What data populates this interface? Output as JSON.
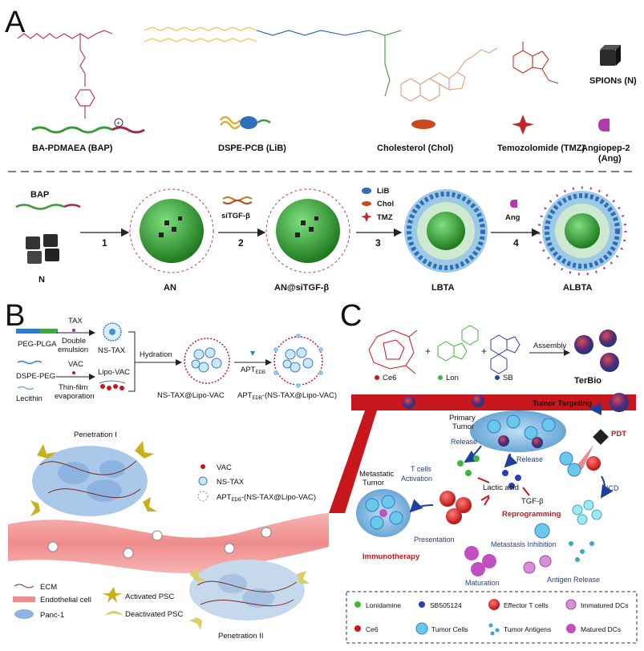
{
  "panelA": {
    "letter": "A",
    "components": {
      "bap": "BA-PDMAEA (BAP)",
      "lib": "DSPE-PCB (LiB)",
      "chol": "Cholesterol (Chol)",
      "tmz": "Temozolomide (TMZ)",
      "ang_line1": "Angiopep-2",
      "ang_line2": "(Ang)",
      "spions": "SPIONs (N)"
    },
    "flow": {
      "bap_label": "BAP",
      "n_label": "N",
      "an_label": "AN",
      "an_sitgf_label": "AN@siTGF-β",
      "lbta_label": "LBTA",
      "albta_label": "ALBTA",
      "step1": "1",
      "step2": "2",
      "step3": "3",
      "step4": "4",
      "sitgf": "siTGF-β",
      "step3_lib": "LiB",
      "step3_chol": "Chol",
      "step3_tmz": "TMZ",
      "step4_ang": "Ang"
    },
    "colors": {
      "bap_strand": "#c13b4a",
      "core": "#3aa43a",
      "shell_blue": "#2f6fb8",
      "ang": "#b23aa8"
    }
  },
  "panelB": {
    "letter": "B",
    "peg_plga": "PEG-PLGA",
    "tax": "TAX",
    "double_line1": "Double",
    "double_line2": "emulsion",
    "ns_tax": "NS-TAX",
    "dspe_peg": "DSPE-PEG",
    "vac": "VAC",
    "lipo_vac": "Lipo-VAC",
    "lecithin": "Lecithin",
    "thin_line1": "Thin-film",
    "thin_line2": "evaporation",
    "hydration": "Hydration",
    "apt": "APT",
    "apt_sub": "EDB",
    "nstax_lipovac": "NS-TAX@Lipo-VAC",
    "apt_final_pre": "APT",
    "apt_final_sub": "EDB",
    "apt_final_post": "-(NS-TAX@Lipo-VAC)",
    "penetration1": "Penetration I",
    "penetration2": "Penetration II",
    "legend": {
      "vac": "VAC",
      "ns_tax": "NS-TAX",
      "apt_pre": "APT",
      "apt_sub": "EDB",
      "apt_post": "-(NS-TAX@Lipo-VAC)",
      "ecm": "ECM",
      "endothelial": "Endothelial cell",
      "panc1": "Panc-1",
      "activated_psc": "Activated PSC",
      "deactivated_psc": "Deactivated PSC"
    }
  },
  "panelC": {
    "letter": "C",
    "ce6": "Ce6",
    "lon": "Lon",
    "sb": "SB",
    "assembly": "Assembly",
    "terbio": "TerBio",
    "tumor_targeting": "Tumor Targeting",
    "primary_line1": "Primary",
    "primary_line2": "Tumor",
    "release1": "Release",
    "release2": "Release",
    "pdt": "PDT",
    "metastatic_line1": "Metastatic",
    "metastatic_line2": "Tumor",
    "tcells_line1": "T cells",
    "tcells_line2": "Activation",
    "lactic": "Lactic acid",
    "tgf": "TGF-β",
    "icd": "ICD",
    "reprogramming": "Reprogramming",
    "presentation": "Presentation",
    "metastasis_inhibition": "Metastasis Inhibition",
    "immunotherapy": "Immunotherapy",
    "maturation": "Maturation",
    "antigen_release": "Antigen Release",
    "legend": {
      "lonidamine": "Lonidamine",
      "sb505124": "SB505124",
      "effector": "Effector T cells",
      "immatured": "Immatured DCs",
      "ce6": "Ce6",
      "tumor_cells": "Tumor Cells",
      "tumor_antigens": "Tumor Antigens",
      "matured": "Matured DCs"
    },
    "colors": {
      "vessel": "#c8161d",
      "arrow": "#1f3f9a",
      "ce6": "#c8161d",
      "lon": "#3cb93c",
      "sb": "#2a3fb5"
    }
  }
}
